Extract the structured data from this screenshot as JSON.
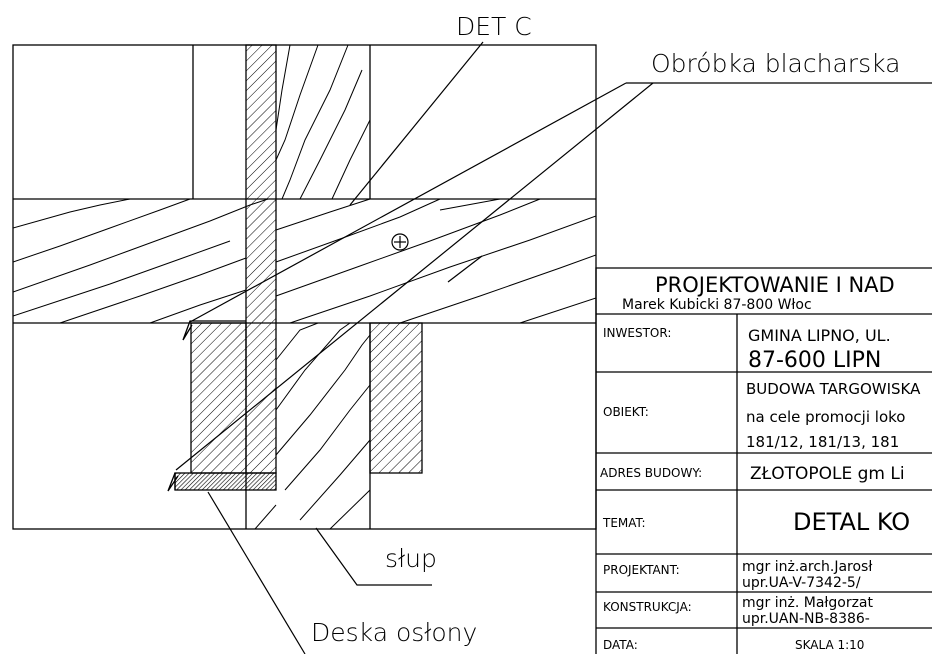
{
  "labels": {
    "det": "DET C",
    "obrobka": "Obróbka blacharska",
    "slup": "słup",
    "deska": "Deska osłony"
  },
  "title_block": {
    "firm_title": "PROJEKTOWANIE I NAD",
    "firm_address": "Marek Kubicki 87-800 Włoc",
    "rows": [
      {
        "label": "INWESTOR:",
        "line1": "GMINA LIPNO, UL.",
        "line2": "87-600 LIPN"
      },
      {
        "label": "OBIEKT:",
        "line1": "BUDOWA TARGOWISKA",
        "line2": "na cele promocji loko",
        "line3": "181/12, 181/13, 181"
      },
      {
        "label": "ADRES BUDOWY:",
        "line1": "ZŁOTOPOLE gm Li"
      },
      {
        "label": "TEMAT:",
        "line1": "DETAL KO"
      },
      {
        "label": "PROJEKTANT:",
        "line1": "mgr inż.arch.Jarosł",
        "line2": "upr.UA-V-7342-5/"
      },
      {
        "label": "KONSTRUKCJA:",
        "line1": "mgr inż. Małgorzat",
        "line2": "upr.UAN-NB-8386-"
      },
      {
        "label": "DATA:",
        "line1": "SKALA 1:10"
      }
    ]
  }
}
